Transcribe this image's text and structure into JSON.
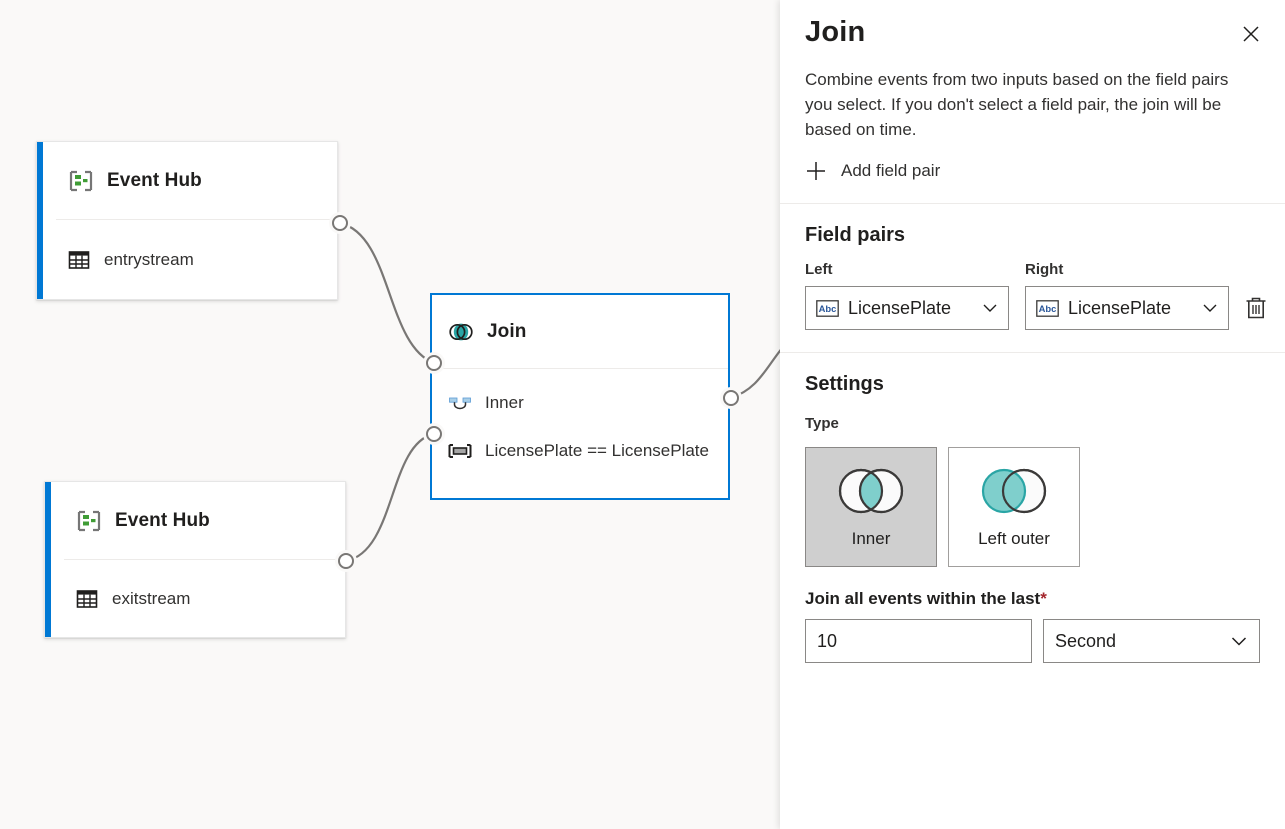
{
  "canvas": {
    "nodes": [
      {
        "type_label": "Event Hub",
        "stream_label": "entrystream",
        "type_icon": "event-hub-icon",
        "stream_icon": "table-icon",
        "accent_color": "#0078d4"
      },
      {
        "type_label": "Event Hub",
        "stream_label": "exitstream",
        "type_icon": "event-hub-icon",
        "stream_icon": "table-icon",
        "accent_color": "#0078d4"
      }
    ],
    "join_node": {
      "title": "Join",
      "title_icon": "venn-join-icon",
      "type_label": "Inner",
      "type_icon": "join-type-icon",
      "condition_label": "LicensePlate == LicensePlate",
      "condition_icon": "field-pair-icon",
      "selected_border_color": "#0078d4"
    },
    "background_color": "#faf9f8",
    "edge_color": "#797775"
  },
  "panel": {
    "title": "Join",
    "close_icon": "close-icon",
    "description": "Combine events from two inputs based on the field pairs you select. If you don't select a field pair, the join will be based on time.",
    "add_field_pair": {
      "label": "Add field pair",
      "icon": "plus-icon"
    },
    "field_pairs": {
      "heading": "Field pairs",
      "left_label": "Left",
      "right_label": "Right",
      "rows": [
        {
          "left_value": "LicensePlate",
          "right_value": "LicensePlate",
          "value_icon": "abc-string-icon",
          "chevron_icon": "chevron-down-icon",
          "delete_icon": "trash-icon"
        }
      ]
    },
    "settings": {
      "heading": "Settings",
      "type_label": "Type",
      "type_options": [
        {
          "label": "Inner",
          "icon": "venn-inner-icon",
          "selected": true
        },
        {
          "label": "Left outer",
          "icon": "venn-left-outer-icon",
          "selected": false
        }
      ],
      "duration": {
        "label": "Join all events within the last",
        "required_marker": "*",
        "value": "10",
        "unit": "Second",
        "chevron_icon": "chevron-down-icon"
      }
    },
    "accent_color": "#0078d4",
    "teal_color": "#79cbc9",
    "required_color": "#a4262c"
  }
}
